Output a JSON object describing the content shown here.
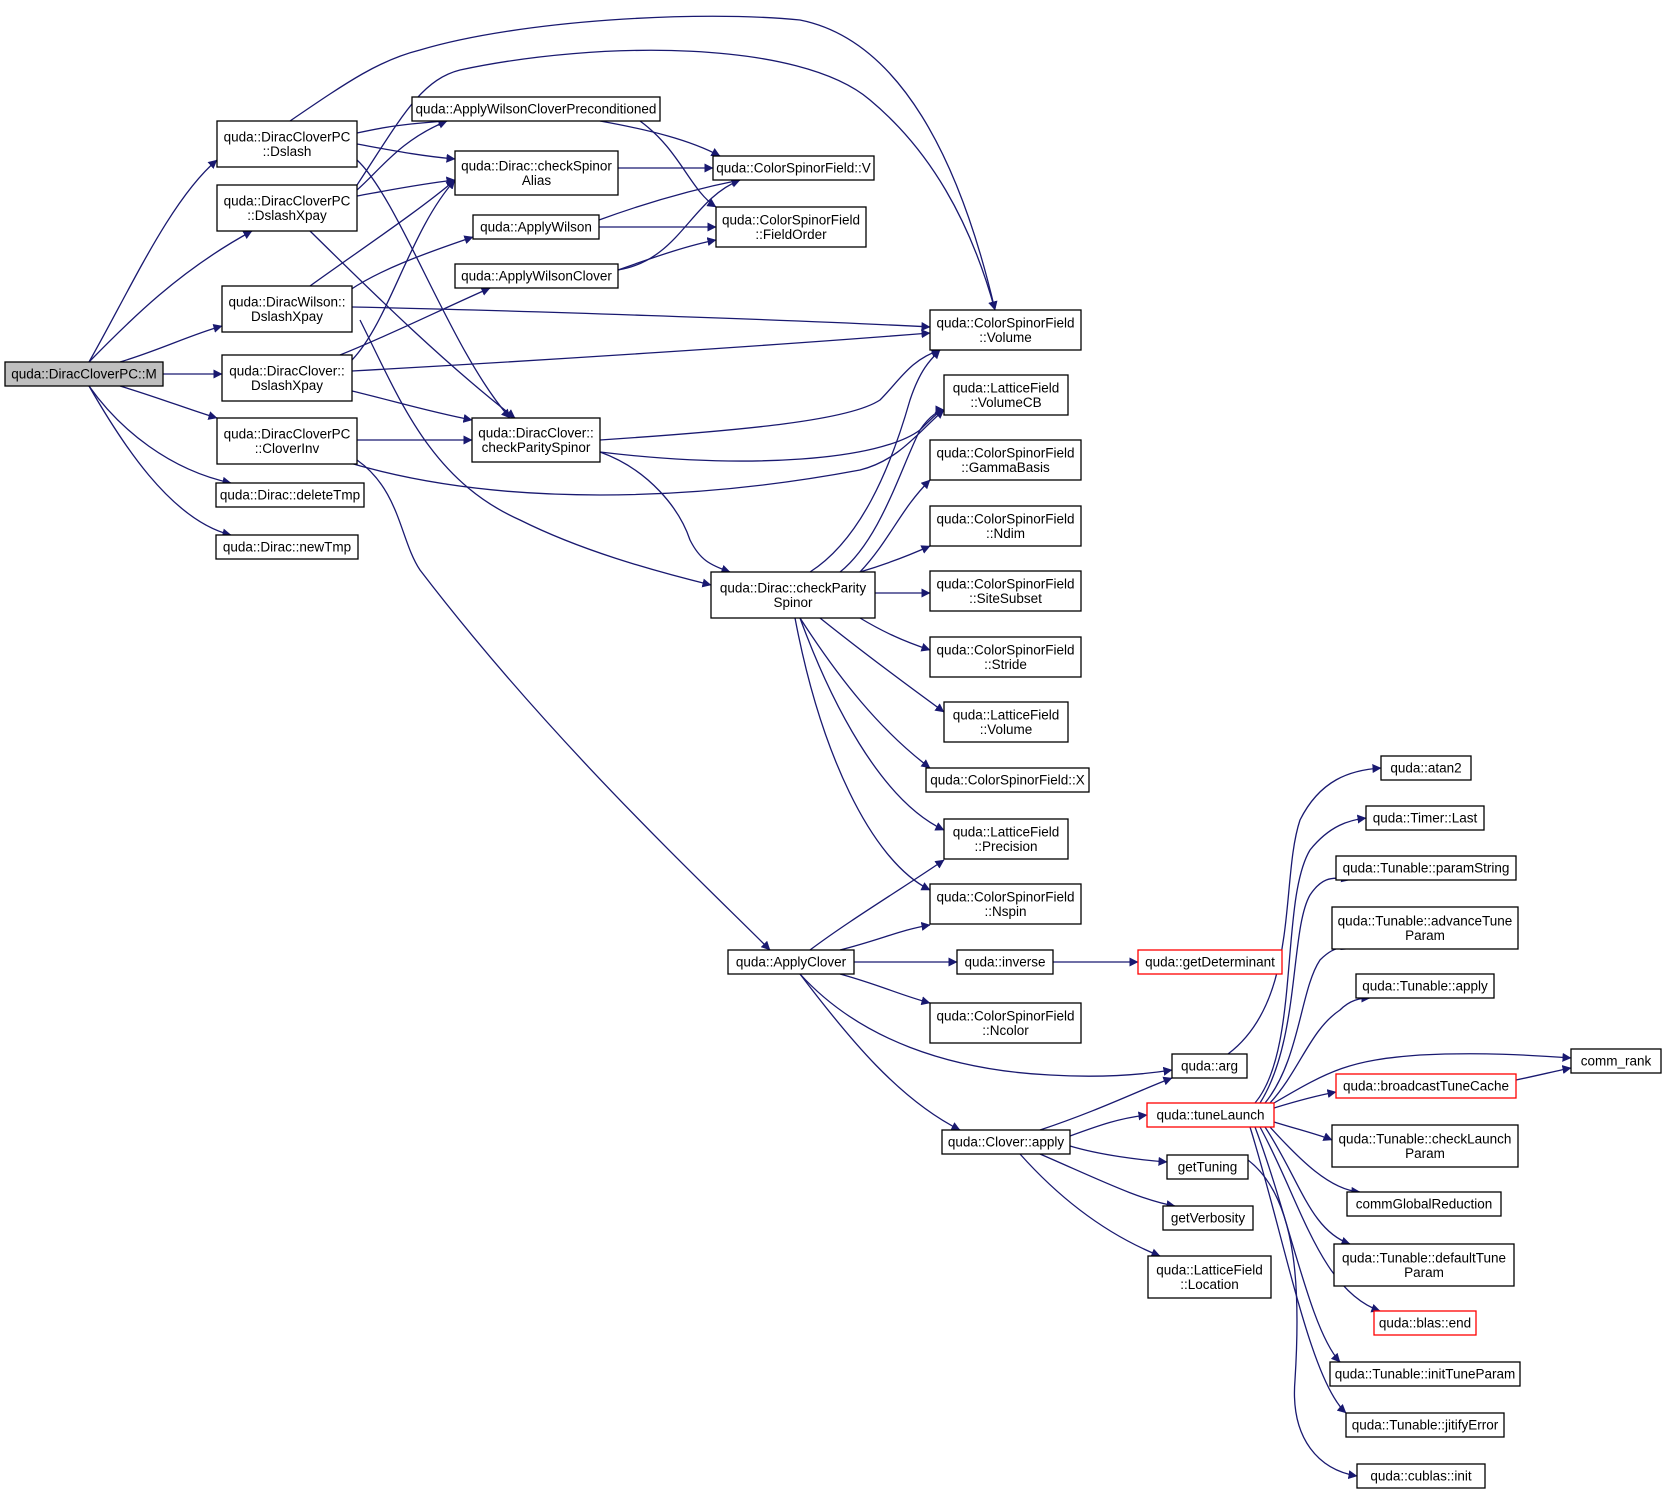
{
  "colors": {
    "edge": "#191970",
    "root_fill": "#bfbfbf",
    "truncated_border": "#ff0000"
  },
  "nodes": [
    {
      "id": "root",
      "lines": [
        "quda::DiracCloverPC::M"
      ]
    },
    {
      "id": "dslash",
      "lines": [
        "quda::DiracCloverPC",
        "::Dslash"
      ]
    },
    {
      "id": "dslashxpay",
      "lines": [
        "quda::DiracCloverPC",
        "::DslashXpay"
      ]
    },
    {
      "id": "wilsonxpay",
      "lines": [
        "quda::DiracWilson::",
        "DslashXpay"
      ]
    },
    {
      "id": "cloverxpay",
      "lines": [
        "quda::DiracClover::",
        "DslashXpay"
      ]
    },
    {
      "id": "cloverinv",
      "lines": [
        "quda::DiracCloverPC",
        "::CloverInv"
      ]
    },
    {
      "id": "deletetmp",
      "lines": [
        "quda::Dirac::deleteTmp"
      ]
    },
    {
      "id": "newtmp",
      "lines": [
        "quda::Dirac::newTmp"
      ]
    },
    {
      "id": "awcp",
      "lines": [
        "quda::ApplyWilsonCloverPreconditioned"
      ]
    },
    {
      "id": "checkspinoralias",
      "lines": [
        "quda::Dirac::checkSpinor",
        "Alias"
      ]
    },
    {
      "id": "applywilson",
      "lines": [
        "quda::ApplyWilson"
      ]
    },
    {
      "id": "applywilsonclover",
      "lines": [
        "quda::ApplyWilsonClover"
      ]
    },
    {
      "id": "cloverparity",
      "lines": [
        "quda::DiracClover::",
        "checkParitySpinor"
      ]
    },
    {
      "id": "checkparity",
      "lines": [
        "quda::Dirac::checkParity",
        "Spinor"
      ]
    },
    {
      "id": "applyclover",
      "lines": [
        "quda::ApplyClover"
      ]
    },
    {
      "id": "csfV",
      "lines": [
        "quda::ColorSpinorField::V"
      ]
    },
    {
      "id": "fieldorder",
      "lines": [
        "quda::ColorSpinorField",
        "::FieldOrder"
      ]
    },
    {
      "id": "csfvolume",
      "lines": [
        "quda::ColorSpinorField",
        "::Volume"
      ]
    },
    {
      "id": "volumecb",
      "lines": [
        "quda::LatticeField",
        "::VolumeCB"
      ]
    },
    {
      "id": "gammabasis",
      "lines": [
        "quda::ColorSpinorField",
        "::GammaBasis"
      ]
    },
    {
      "id": "ndim",
      "lines": [
        "quda::ColorSpinorField",
        "::Ndim"
      ]
    },
    {
      "id": "sitesubset",
      "lines": [
        "quda::ColorSpinorField",
        "::SiteSubset"
      ]
    },
    {
      "id": "stride",
      "lines": [
        "quda::ColorSpinorField",
        "::Stride"
      ]
    },
    {
      "id": "lfvolume",
      "lines": [
        "quda::LatticeField",
        "::Volume"
      ]
    },
    {
      "id": "csfX",
      "lines": [
        "quda::ColorSpinorField::X"
      ]
    },
    {
      "id": "precision",
      "lines": [
        "quda::LatticeField",
        "::Precision"
      ]
    },
    {
      "id": "nspin",
      "lines": [
        "quda::ColorSpinorField",
        "::Nspin"
      ]
    },
    {
      "id": "inverse",
      "lines": [
        "quda::inverse"
      ]
    },
    {
      "id": "ncolor",
      "lines": [
        "quda::ColorSpinorField",
        "::Ncolor"
      ]
    },
    {
      "id": "getdet",
      "lines": [
        "quda::getDeterminant"
      ],
      "truncated": true
    },
    {
      "id": "arg",
      "lines": [
        "quda::arg"
      ]
    },
    {
      "id": "cloverapply",
      "lines": [
        "quda::Clover::apply"
      ]
    },
    {
      "id": "tunelaunch",
      "lines": [
        "quda::tuneLaunch"
      ],
      "truncated": true
    },
    {
      "id": "gettuning",
      "lines": [
        "getTuning"
      ]
    },
    {
      "id": "getverbosity",
      "lines": [
        "getVerbosity"
      ]
    },
    {
      "id": "location",
      "lines": [
        "quda::LatticeField",
        "::Location"
      ]
    },
    {
      "id": "atan2",
      "lines": [
        "quda::atan2"
      ]
    },
    {
      "id": "timerlast",
      "lines": [
        "quda::Timer::Last"
      ]
    },
    {
      "id": "paramstring",
      "lines": [
        "quda::Tunable::paramString"
      ]
    },
    {
      "id": "advtune",
      "lines": [
        "quda::Tunable::advanceTune",
        "Param"
      ]
    },
    {
      "id": "tunapply",
      "lines": [
        "quda::Tunable::apply"
      ]
    },
    {
      "id": "bcast",
      "lines": [
        "quda::broadcastTuneCache"
      ],
      "truncated": true
    },
    {
      "id": "commrank",
      "lines": [
        "comm_rank"
      ]
    },
    {
      "id": "checklaunch",
      "lines": [
        "quda::Tunable::checkLaunch",
        "Param"
      ]
    },
    {
      "id": "commglobal",
      "lines": [
        "commGlobalReduction"
      ]
    },
    {
      "id": "deftune",
      "lines": [
        "quda::Tunable::defaultTune",
        "Param"
      ]
    },
    {
      "id": "blasend",
      "lines": [
        "quda::blas::end"
      ],
      "truncated": true
    },
    {
      "id": "inittune",
      "lines": [
        "quda::Tunable::initTuneParam"
      ]
    },
    {
      "id": "jitify",
      "lines": [
        "quda::Tunable::jitifyError"
      ]
    },
    {
      "id": "cublasinit",
      "lines": [
        "quda::cublas::init"
      ]
    }
  ]
}
